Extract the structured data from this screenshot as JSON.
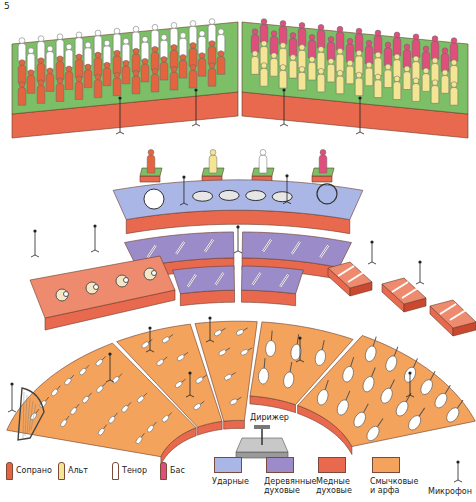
{
  "diagram": {
    "labels": [
      "5",
      "Дирижер"
    ],
    "legend": [
      {
        "text": "Сопрано",
        "color": "#e4643f"
      },
      {
        "text": "Альт",
        "color": "#f3e594"
      },
      {
        "text": "Тенор",
        "color": "#ffffff"
      },
      {
        "text": "Бас",
        "color": "#df4f7c"
      },
      {
        "text": "Ударные",
        "color": "#a9b6e6"
      },
      {
        "text": "Деревянные духовые",
        "color": "#9b8bc8"
      },
      {
        "text": "Медные духовые",
        "color": "#e8694e"
      },
      {
        "text": "Смычковые и арфа",
        "color": "#f4a35c"
      },
      {
        "text": "Микрофон"
      }
    ]
  }
}
